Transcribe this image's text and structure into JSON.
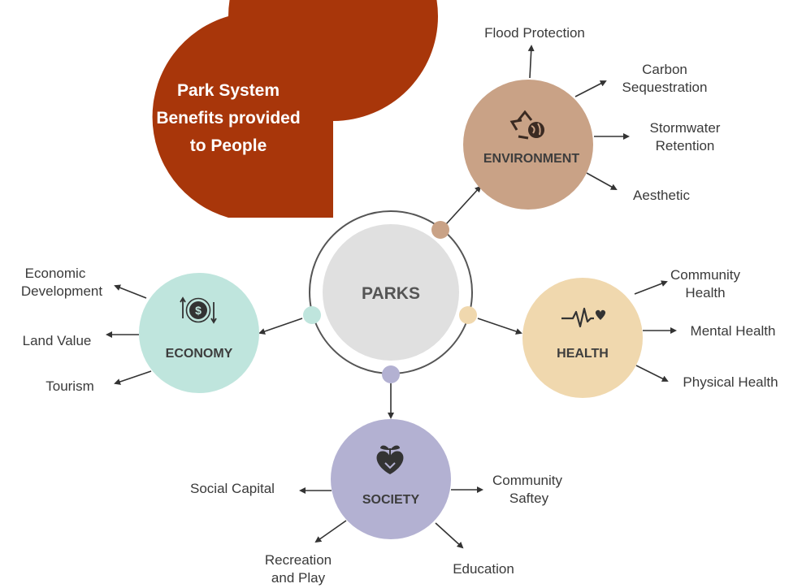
{
  "banner": {
    "line1": "Park System",
    "line2": "Benefits provided",
    "line3": "to People",
    "color": "#a8360a"
  },
  "hub": {
    "label": "PARKS",
    "color": "#e0e0e0"
  },
  "nodes": {
    "environment": {
      "label": "ENVIRONMENT",
      "color": "#c9a286",
      "icon": "recycle-globe-icon",
      "benefits": {
        "flood": "Flood Protection",
        "carbon_1": "Carbon",
        "carbon_2": "Sequestration",
        "storm_1": "Stormwater",
        "storm_2": "Retention",
        "aesthetic": "Aesthetic"
      }
    },
    "health": {
      "label": "HEALTH",
      "color": "#f0d8ae",
      "icon": "heartbeat-icon",
      "benefits": {
        "community_1": "Community",
        "community_2": "Health",
        "mental": "Mental Health",
        "physical": "Physical Health"
      }
    },
    "economy": {
      "label": "ECONOMY",
      "color": "#bfe5dd",
      "icon": "dollar-exchange-icon",
      "benefits": {
        "econ_1": "Economic",
        "econ_2": "Development",
        "land": "Land Value",
        "tourism": "Tourism"
      }
    },
    "society": {
      "label": "SOCIETY",
      "color": "#b3b1d2",
      "icon": "hands-plant-heart-icon",
      "benefits": {
        "social": "Social Capital",
        "safety_1": "Community",
        "safety_2": "Saftey",
        "recreation_1": "Recreation",
        "recreation_2": "and Play",
        "education": "Education"
      }
    }
  }
}
